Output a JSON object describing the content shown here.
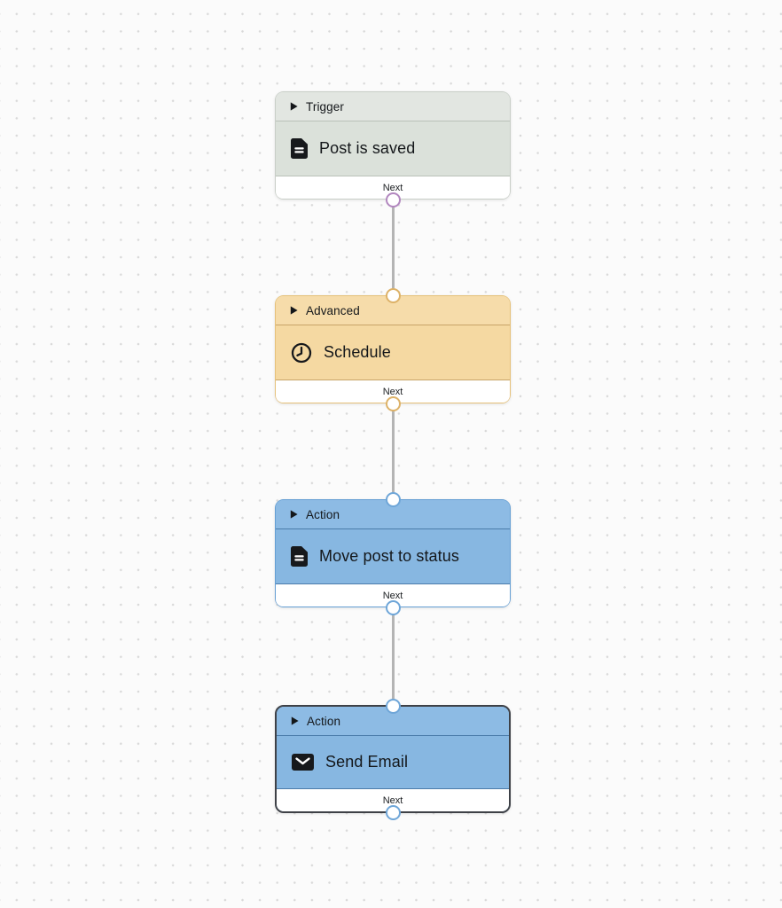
{
  "canvas": {
    "background": "#fbfbfb",
    "dot_color": "#d9d9d9",
    "edge_color": "#b4b4b4"
  },
  "nodes": [
    {
      "category": "Trigger",
      "title": "Post is saved",
      "icon": "document-icon",
      "footer_label": "Next",
      "selected": false,
      "ports": {
        "input": false,
        "output": true
      },
      "colors": {
        "fill": "#dbe1da",
        "header": "#e2e6e1",
        "border": "#c8cec7",
        "divider": "#bac1b9",
        "port": "#b287bf"
      }
    },
    {
      "category": "Advanced",
      "title": "Schedule",
      "icon": "clock-icon",
      "footer_label": "Next",
      "selected": false,
      "ports": {
        "input": true,
        "output": true
      },
      "colors": {
        "fill": "#f5d9a2",
        "header": "#f6dcaa",
        "border": "#e5c078",
        "divider": "#c7a468",
        "port": "#ddb268"
      }
    },
    {
      "category": "Action",
      "title": "Move post to status",
      "icon": "document-icon",
      "footer_label": "Next",
      "selected": false,
      "ports": {
        "input": true,
        "output": true
      },
      "colors": {
        "fill": "#87b7e1",
        "header": "#8dbbe4",
        "border": "#649ed3",
        "divider": "#4c7dab",
        "port": "#6fa6d8"
      }
    },
    {
      "category": "Action",
      "title": "Send Email",
      "icon": "email-icon",
      "footer_label": "Next",
      "selected": true,
      "ports": {
        "input": true,
        "output": true
      },
      "colors": {
        "fill": "#87b7e1",
        "header": "#8dbbe4",
        "border": "#3e4147",
        "divider": "#4c7dab",
        "port": "#6fa6d8"
      }
    }
  ],
  "edges": [
    {
      "from": "Post is saved",
      "to": "Schedule"
    },
    {
      "from": "Schedule",
      "to": "Move post to status"
    },
    {
      "from": "Move post to status",
      "to": "Send Email"
    }
  ]
}
